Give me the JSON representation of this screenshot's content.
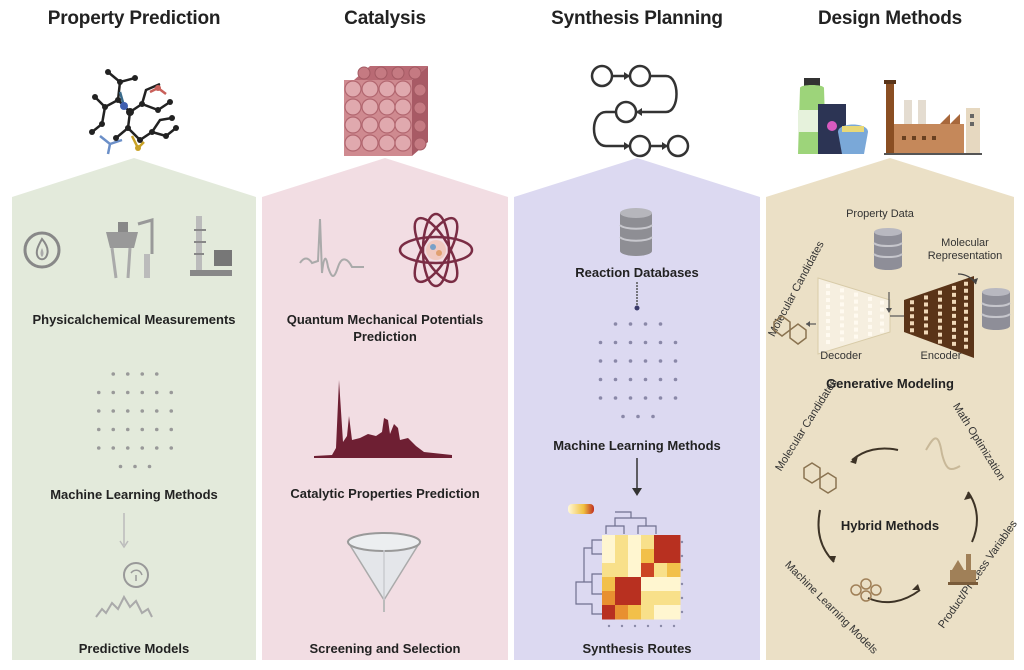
{
  "columns": [
    {
      "title": "Property Prediction",
      "color": "#e3eadb",
      "icon": "molecule-ball-stick-icon",
      "steps": [
        "Physicalchemical Measurements",
        "Machine Learning Methods",
        "Predictive Models"
      ],
      "step_icons": [
        "flame-circle-icon",
        "distillation-apparatus-icon",
        "microscope-apparatus-icon",
        "neural-network-dots-icon",
        "brain-graph-icon"
      ]
    },
    {
      "title": "Catalysis",
      "color": "#f2dde3",
      "icon": "atom-lattice-cube-icon",
      "steps": [
        "Quantum Mechanical Potentials Prediction",
        "Catalytic Properties Prediction",
        "Screening and Selection"
      ],
      "step_icons": [
        "waveform-icon",
        "atom-orbit-icon",
        "spectrum-peaks-icon",
        "funnel-icon"
      ]
    },
    {
      "title": "Synthesis Planning",
      "color": "#dcd9f1",
      "icon": "route-path-icon",
      "steps": [
        "Reaction Databases",
        "Machine Learning Methods",
        "Synthesis Routes"
      ],
      "step_icons": [
        "database-icon",
        "neural-network-dots-icon",
        "clustered-heatmap-icon"
      ]
    },
    {
      "title": "Design Methods",
      "color": "#ebe0c6",
      "icon": "products-factory-icon",
      "generative": {
        "property_data": "Property Data",
        "molecular_representation": "Molecular Representation",
        "molecular_candidates": "Molecular Candidates",
        "decoder": "Decoder",
        "encoder": "Encoder",
        "title": "Generative Modeling"
      },
      "hybrid": {
        "title": "Hybrid Methods",
        "molecular_candidates": "Molecular Candidates",
        "math_optimization": "Math Optimization",
        "product_process_variables": "Product/Process Variables",
        "ml_models": "Machine Learning Models"
      }
    }
  ],
  "colors": {
    "dark_red": "#6e1f33",
    "database_gray": "#9a9aa0",
    "encoder_brown": "#5a3418",
    "arrow": "#3a3a3a"
  }
}
